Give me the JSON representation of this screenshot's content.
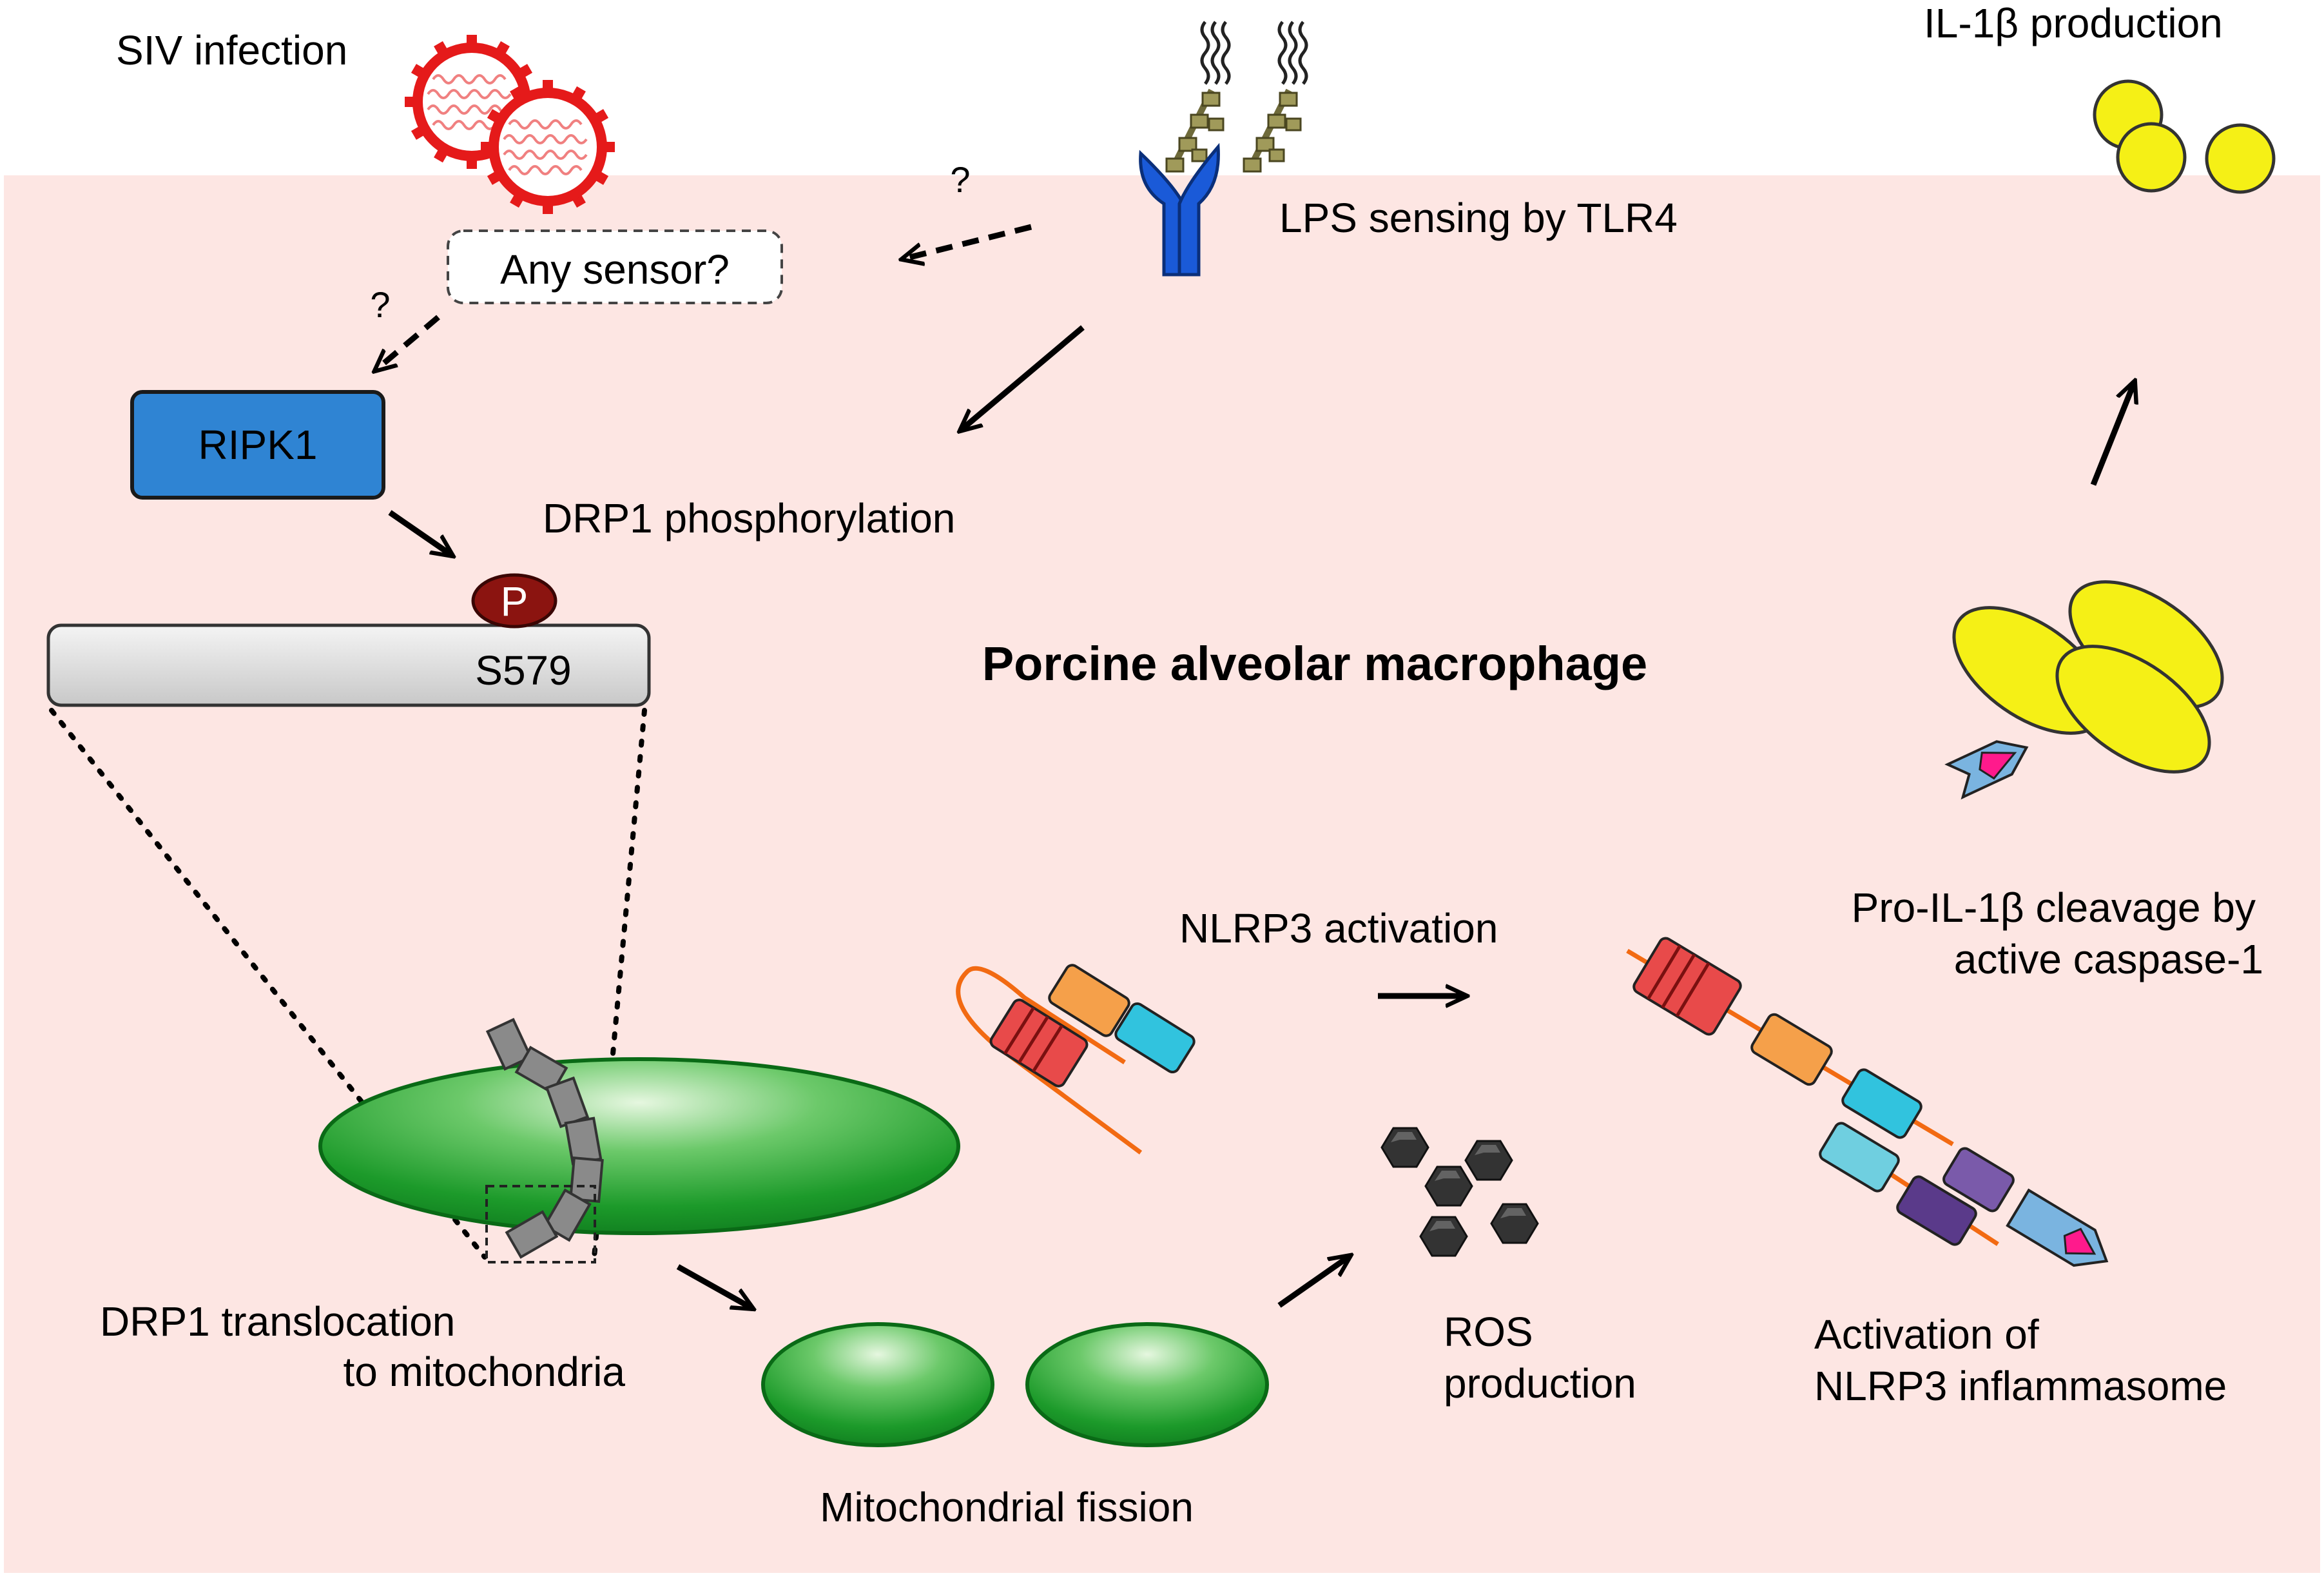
{
  "diagram": {
    "cell_label": "Porcine alveolar macrophage",
    "labels": {
      "siv_infection": "SIV infection",
      "il1b_production": "IL-1β production",
      "any_sensor": "Any sensor?",
      "question_1": "?",
      "question_2": "?",
      "lps_sensing": "LPS sensing by TLR4",
      "ripk1": "RIPK1",
      "drp1_phosphorylation": "DRP1 phosphorylation",
      "phospho": "P",
      "s579": "S579",
      "nlrp3_activation": "NLRP3 activation",
      "procleavage_line1": "Pro-IL-1β cleavage by",
      "procleavage_line2": "active caspase-1",
      "drp1_translocation_line1": "DRP1 translocation",
      "drp1_translocation_line2": "to mitochondria",
      "mito_fission": "Mitochondrial fission",
      "ros_line1": "ROS",
      "ros_line2": "production",
      "activation_line1": "Activation of",
      "activation_line2": "NLRP3 inflammasome"
    },
    "colors": {
      "cell_background": "#fde6e3",
      "ripk1_fill": "#2f84d3",
      "phospho_fill": "#8b1410",
      "mitochondria_fill": "#1c9a2a",
      "il1b_fill": "#f5f016",
      "virus_color": "#e51a1a",
      "tlr4_fill": "#1a5ad8",
      "ros_fill": "#333333"
    },
    "icons": [
      "virus-icon",
      "lps-icon",
      "tlr4-receptor-icon",
      "il1b-icon",
      "mitochondrion-icon",
      "ros-hexagon-icon",
      "nlrp3-icon",
      "caspase-icon",
      "drp1-oligomer-icon"
    ]
  }
}
